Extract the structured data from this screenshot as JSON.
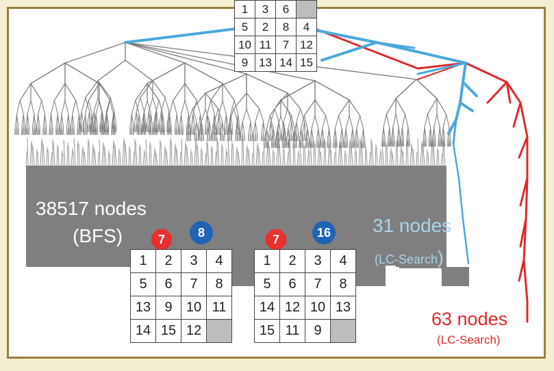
{
  "colors": {
    "tree_gray": "#7a7a7a",
    "bfs_fill": "#7f7f7f",
    "lc_blue": "#4aa8dc",
    "lc_blue_text": "#a9d4ee",
    "lc_red": "#e02828",
    "badge_red": "#e8302e",
    "badge_blue": "#1f63b5",
    "frame": "#9c7f3a",
    "background": "#f4eed2"
  },
  "start_puzzle": {
    "rows": [
      [
        "1",
        "3",
        "6",
        ""
      ],
      [
        "5",
        "2",
        "8",
        "4"
      ],
      [
        "10",
        "11",
        "7",
        "12"
      ],
      [
        "9",
        "13",
        "14",
        "15"
      ]
    ]
  },
  "bfs_label": {
    "line1": "38517 nodes",
    "line2": "(BFS)"
  },
  "blue_label": {
    "line1": "31 nodes",
    "line2": "(LC-Search",
    "paren": ")"
  },
  "red_label": {
    "line1": "63 nodes",
    "line2": "(LC-Search)"
  },
  "left_goal": {
    "badges": {
      "octagon": "7",
      "circle": "8"
    },
    "rows": [
      [
        "1",
        "2",
        "3",
        "4"
      ],
      [
        "5",
        "6",
        "7",
        "8"
      ],
      [
        "13",
        "9",
        "10",
        "11"
      ],
      [
        "14",
        "15",
        "12",
        ""
      ]
    ]
  },
  "right_goal": {
    "badges": {
      "octagon": "7",
      "circle": "16"
    },
    "rows": [
      [
        "1",
        "2",
        "3",
        "4"
      ],
      [
        "5",
        "6",
        "7",
        "8"
      ],
      [
        "14",
        "12",
        "10",
        "13"
      ],
      [
        "15",
        "11",
        "9",
        ""
      ]
    ]
  }
}
